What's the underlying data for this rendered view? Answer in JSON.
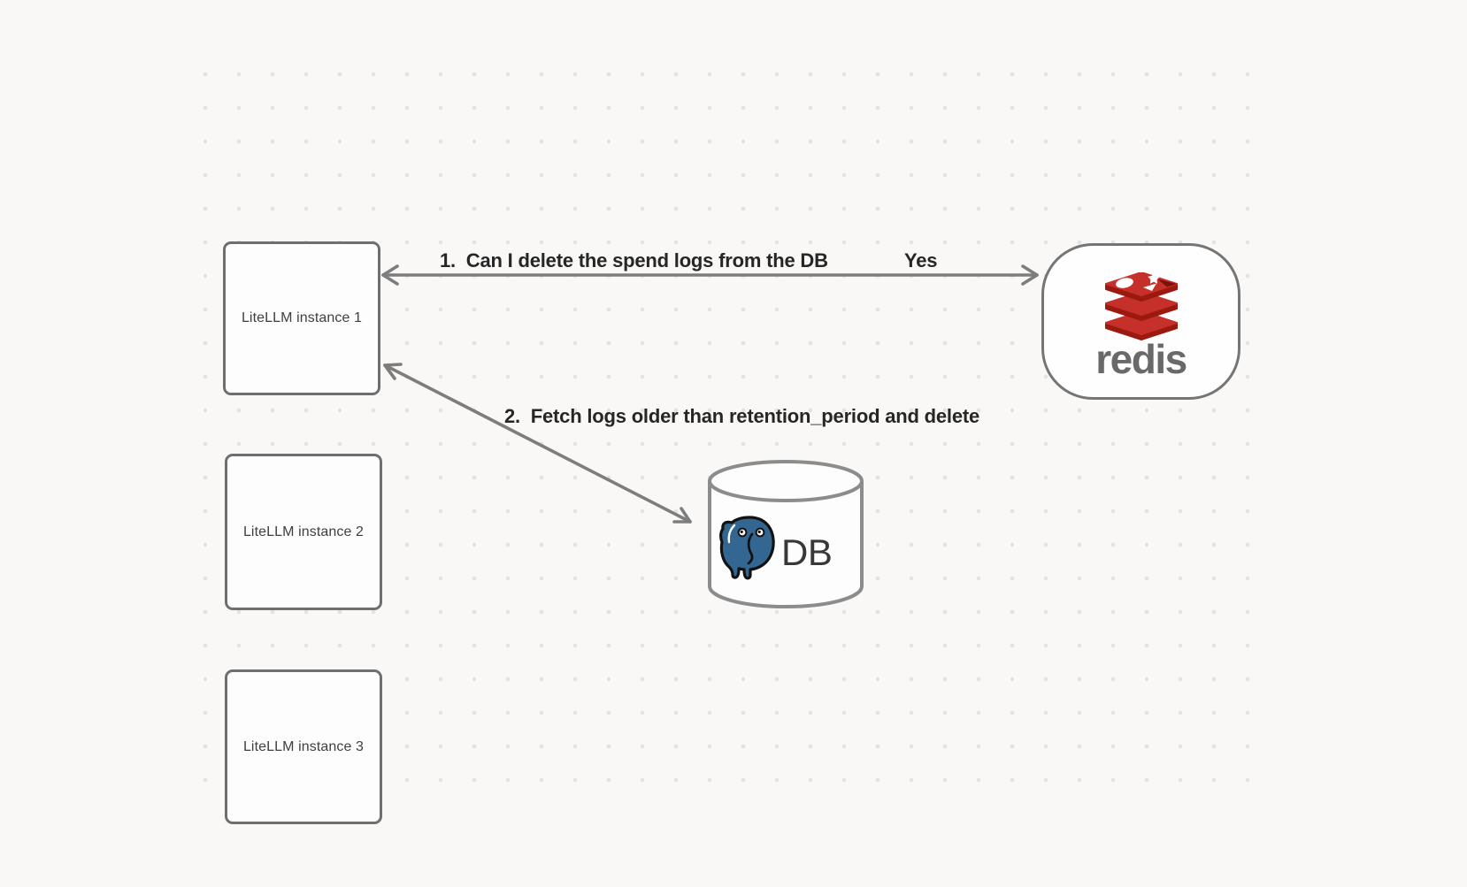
{
  "diagram": {
    "instances": [
      {
        "label": "LiteLLM instance 1"
      },
      {
        "label": "LiteLLM instance 2"
      },
      {
        "label": "LiteLLM instance 3"
      }
    ],
    "redis": {
      "name": "redis"
    },
    "db": {
      "label": "DB"
    },
    "flows": [
      {
        "step": "1.  Can I delete the spend logs from the DB",
        "answer": "Yes"
      },
      {
        "step": "2.  Fetch logs older than retention_period and delete"
      }
    ],
    "icons": [
      {
        "name": "redis-stack-logo"
      },
      {
        "name": "postgresql-elephant-logo"
      }
    ]
  },
  "colors": {
    "background": "#f9f8f6",
    "grid_dot": "#e5e3e1",
    "node_border": "#6f6f6f",
    "node_fill": "#fdfdfd",
    "arrow": "#7d7d7d",
    "annotation_text": "#262626",
    "box_label_text": "#3f3f3f",
    "redis_red": "#C6302B",
    "redis_red_dark": "#9B190F",
    "redis_wordmark": "#696969",
    "postgres_blue": "#336791"
  }
}
